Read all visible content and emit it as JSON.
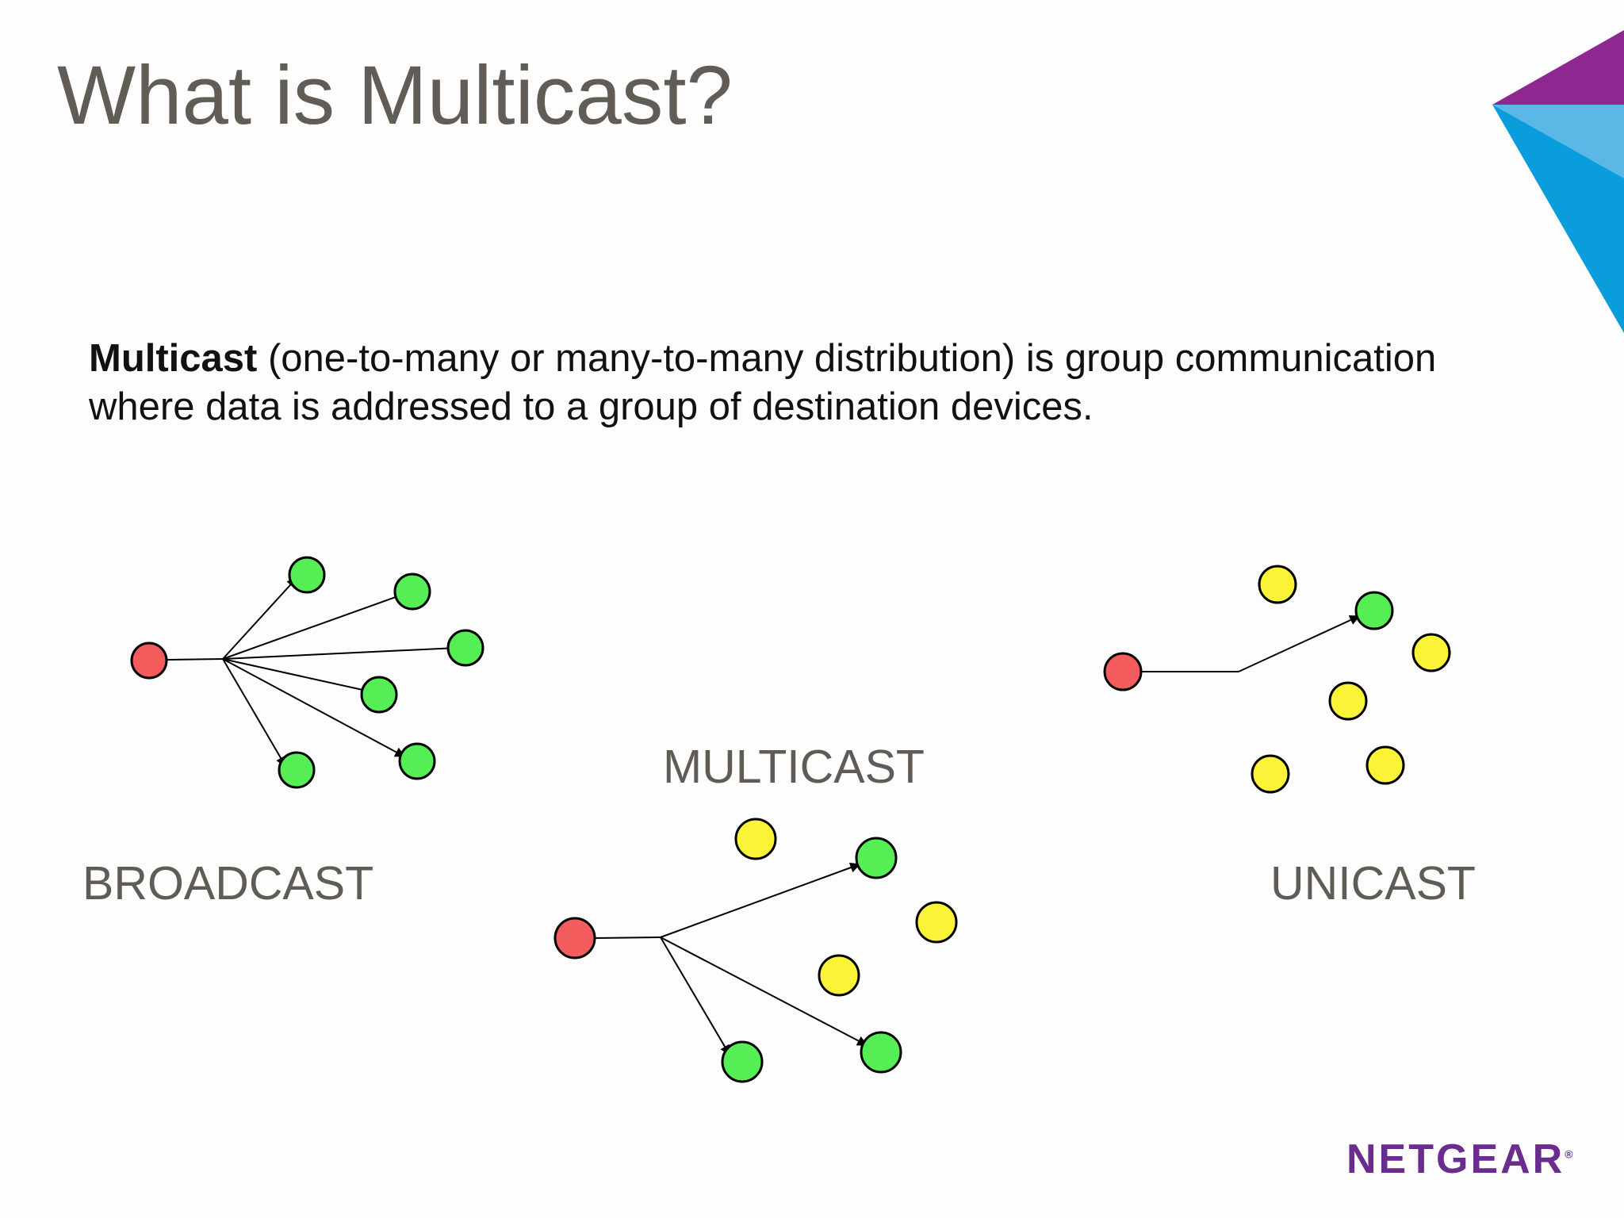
{
  "slide": {
    "title": "What is Multicast?",
    "description": {
      "bold": "Multicast",
      "rest": " (one-to-many or many-to-many distribution) is group communication where data is addressed to a group of destination devices."
    }
  },
  "diagrams": {
    "broadcast": {
      "label": "BROADCAST"
    },
    "multicast": {
      "label": "MULTICAST"
    },
    "unicast": {
      "label": "UNICAST"
    }
  },
  "colors": {
    "title": "#615c55",
    "source_node": "#f25c5c",
    "receiver_node": "#55ee55",
    "idle_node": "#fbf337",
    "corner_purple": "#8e278f",
    "corner_blue": "#0a9ddb",
    "corner_light_blue": "#5bb8e6",
    "logo": "#6a2c8e"
  },
  "icons": {
    "logo": "netgear-logo"
  },
  "logo": {
    "text": "NETGEAR",
    "mark": "®"
  }
}
